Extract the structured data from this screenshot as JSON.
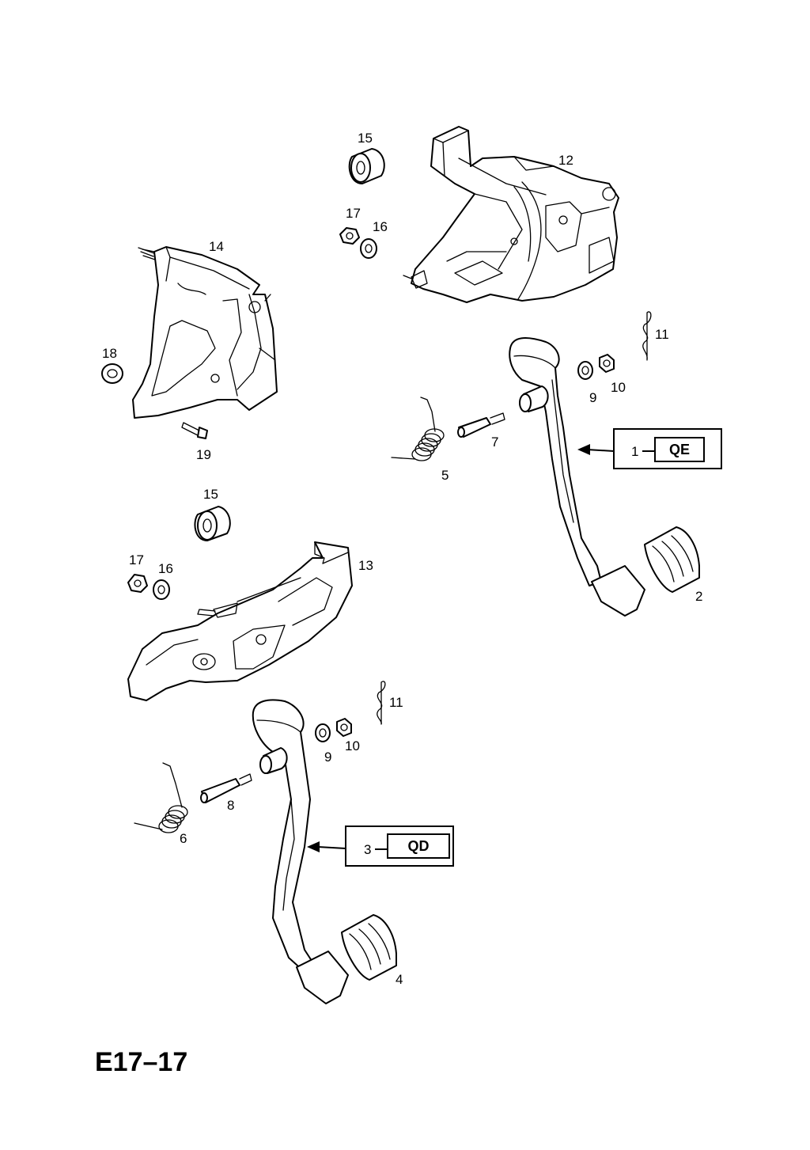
{
  "page_code": "E17–17",
  "callouts": {
    "n15a": "15",
    "n17a": "17",
    "n16a": "16",
    "n12": "12",
    "n14": "14",
    "n18": "18",
    "n19": "19",
    "n11a": "11",
    "n9a": "9",
    "n10a": "10",
    "n7": "7",
    "n5": "5",
    "n2": "2",
    "n15b": "15",
    "n13": "13",
    "n17b": "17",
    "n16b": "16",
    "n11b": "11",
    "n9b": "9",
    "n10b": "10",
    "n8": "8",
    "n6": "6",
    "n4": "4"
  },
  "variant_boxes": [
    {
      "item": "1",
      "code": "QE"
    },
    {
      "item": "3",
      "code": "QD"
    }
  ]
}
